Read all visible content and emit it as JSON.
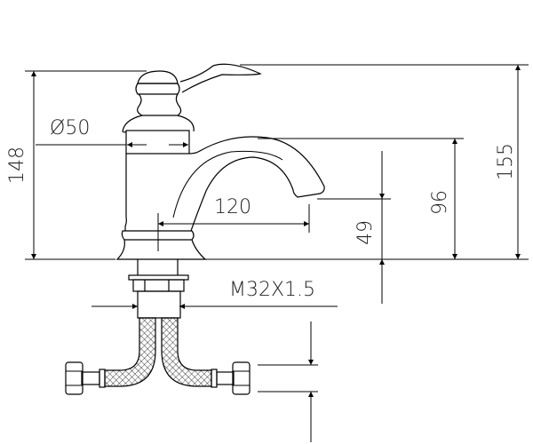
{
  "dimensions": {
    "total_height_body": "148",
    "total_height": "155",
    "spout_height": "96",
    "outlet_height": "49",
    "spout_reach": "120",
    "body_diameter": "Ø50",
    "thread": "M32X1.5"
  },
  "colors": {
    "line": "#000000",
    "background": "#ffffff"
  }
}
